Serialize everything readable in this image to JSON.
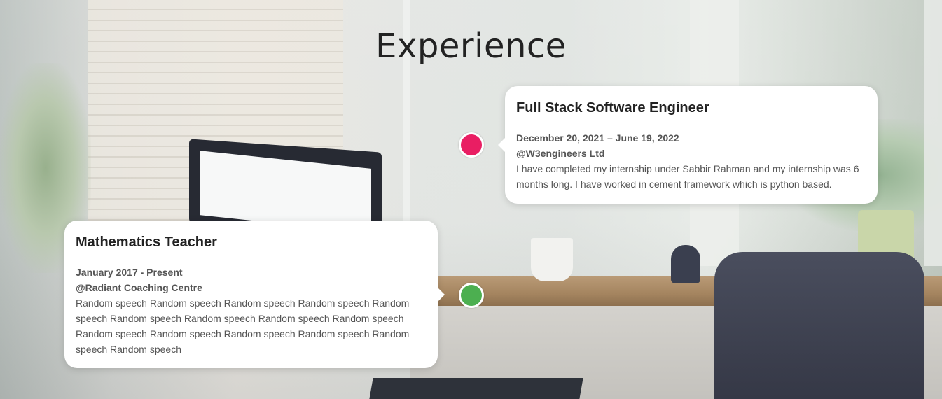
{
  "section": {
    "title": "Experience"
  },
  "experiences": [
    {
      "title": "Full Stack Software Engineer",
      "date": "December 20, 2021 – June 19, 2022",
      "org": "@W3engineers Ltd",
      "description": "I have completed my internship under Sabbir Rahman and my internship was 6 months long. I have worked in cement framework which is python based.",
      "dot_color": "#e91e63",
      "side": "right"
    },
    {
      "title": "Mathematics Teacher",
      "date": "January 2017 - Present",
      "org": "@Radiant Coaching Centre",
      "description": "Random speech Random speech Random speech Random speech Random speech Random speech Random speech Random speech Random speech Random speech Random speech Random speech Random speech Random speech Random speech",
      "dot_color": "#4caf50",
      "side": "left"
    }
  ]
}
